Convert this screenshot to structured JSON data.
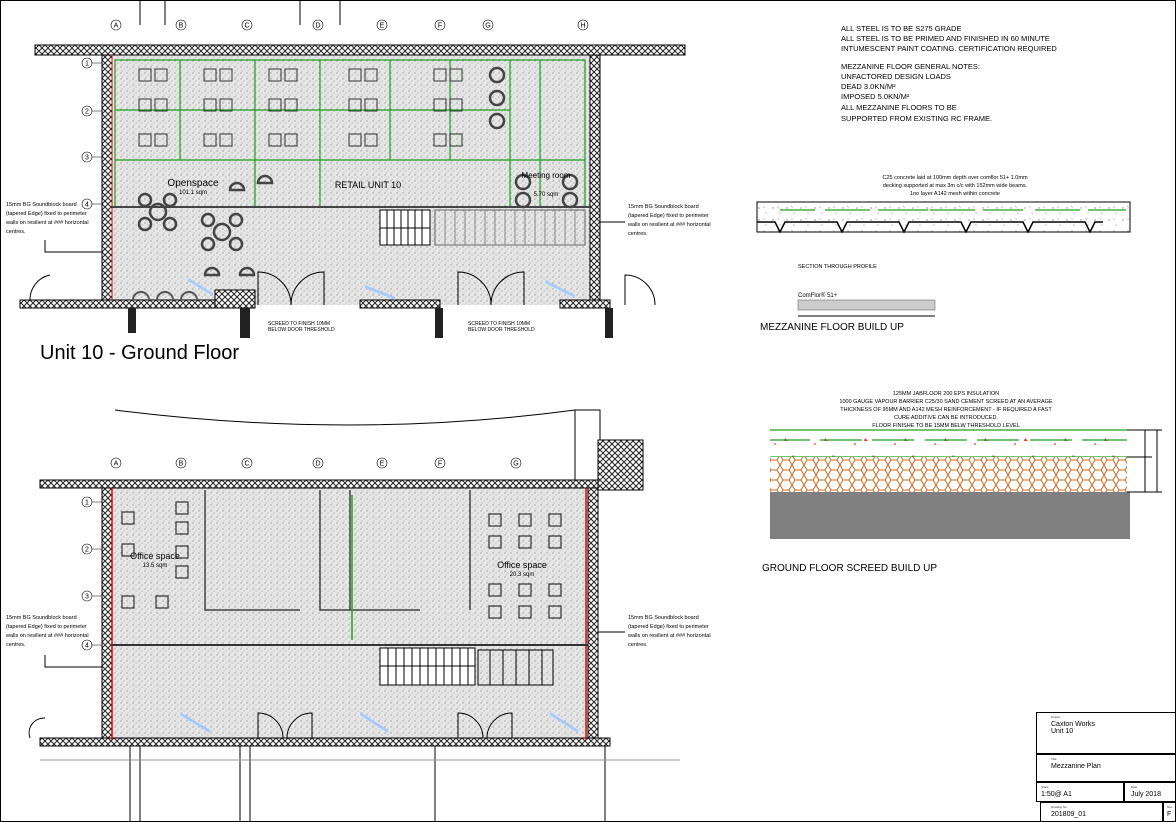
{
  "notes_steel": [
    "ALL STEEL IS TO BE S275 GRADE",
    "ALL STEEL IS TO BE PRIMED AND FINISHED IN 60 MINUTE",
    "INTUMESCENT PAINT COATING. CERTIFICATION REQUIRED"
  ],
  "notes_mezz": [
    "MEZZANINE FLOOR GENERAL NOTES:",
    "UNFACTORED DESIGN LOADS",
    "DEAD 3.0KN/M²",
    "IMPOSED 5.0KN/M²",
    "ALL MEZZANINE FLOORS TO BE",
    "SUPPORTED FROM EXISTING RC FRAME."
  ],
  "mezz_section": {
    "notes": [
      "C25 concrete  laid at 100mm depth over comflor 51+ 1.0mm",
      "decking supported at max 3m c/c with 152mm wide beams.",
      "1no layer A142 mesh within concrete"
    ],
    "profile_label": "SECTION THROUGH PROFILE",
    "table_title": "ComFlor® 51+",
    "title": "MEZZANINE FLOOR BUILD UP"
  },
  "screed_section": {
    "notes": [
      "125MM JABFLOOR 200 EPS INSULATION",
      "1000 GAUGE VAPOUR BARRIER C25/30 SAND CEMENT SCREED  AT AN AVERAGE",
      "THICKNESS OF 95MM  AND A142 MESH REINFORCEMENT - IF REQUIRED A FAST",
      "CURE ADDITIVE CAN BE INTRODUCED.",
      "FLOOR FINISHE TO BE 15MM BELW THRESHOLD LEVEL"
    ],
    "title": "GROUND FLOOR SCREED BUILD UP"
  },
  "ground_plan": {
    "title": "Unit 10 - Ground Floor",
    "grid_cols": [
      "A",
      "B",
      "C",
      "D",
      "E",
      "F",
      "G",
      "H"
    ],
    "grid_rows": [
      "1",
      "2",
      "3",
      "4"
    ],
    "rooms": [
      {
        "name": "Openspace",
        "area": "101.1 sqm"
      },
      {
        "name": "RETAIL UNIT 10",
        "area": ""
      },
      {
        "name": "Meeting room",
        "area": "5.70 sqm"
      }
    ],
    "screed_note": [
      "SCREED TO FINISH 10MM",
      "BELOW DOOR THRESHOLD"
    ]
  },
  "mezz_plan": {
    "grid_cols": [
      "A",
      "B",
      "C",
      "D",
      "E",
      "F",
      "G"
    ],
    "grid_rows": [
      "1",
      "2",
      "3",
      "4"
    ],
    "rooms": [
      {
        "name": "Office space",
        "area": "13.5 sqm"
      },
      {
        "name": "Office space",
        "area": "20.3 sqm"
      }
    ]
  },
  "wall_note": [
    "15mm BG Soundblock board",
    "(tapered Edge) fixed to perimeter",
    "walls on resilient at ### horizontal",
    "centres."
  ],
  "title_block": {
    "project_label": "Project",
    "project": [
      "Caxton Works",
      "Unit 10"
    ],
    "title_label": "Title",
    "title": "Mezzanine Plan",
    "scale_label": "Scale",
    "scale": "1:50@ A1",
    "date_label": "Date",
    "date": "July 2018",
    "drawing_label": "Drawing No.",
    "drawing": "201809_01",
    "rev_label": "Rev",
    "rev": "F"
  },
  "colors": {
    "partition": "#1fa01f",
    "wall_lining": "#e00000",
    "annotation": "#3399ff",
    "insulation": "#d2691e",
    "slab": "#808080"
  }
}
